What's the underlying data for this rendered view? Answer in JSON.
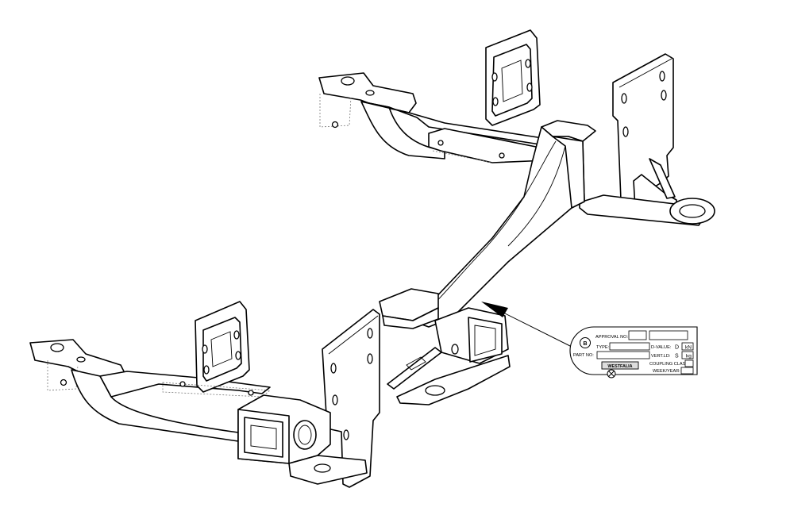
{
  "plate": {
    "approval_label": "APPROVAL NO:",
    "type_label": "TYPE:",
    "part_label": "PART NO:",
    "dvalue_label": "D-VALUE:",
    "dvalue_symbol": "D",
    "dvalue_unit": "kN",
    "vertld_label": "VERT.LD:",
    "vertld_symbol": "S",
    "vertld_unit": "kg",
    "coupling_label": "COUPLING CLASS:",
    "week_label": "WEEK/YEAR:",
    "brand_logo_text": "WESTFALIA",
    "emblem_letter": "B"
  }
}
